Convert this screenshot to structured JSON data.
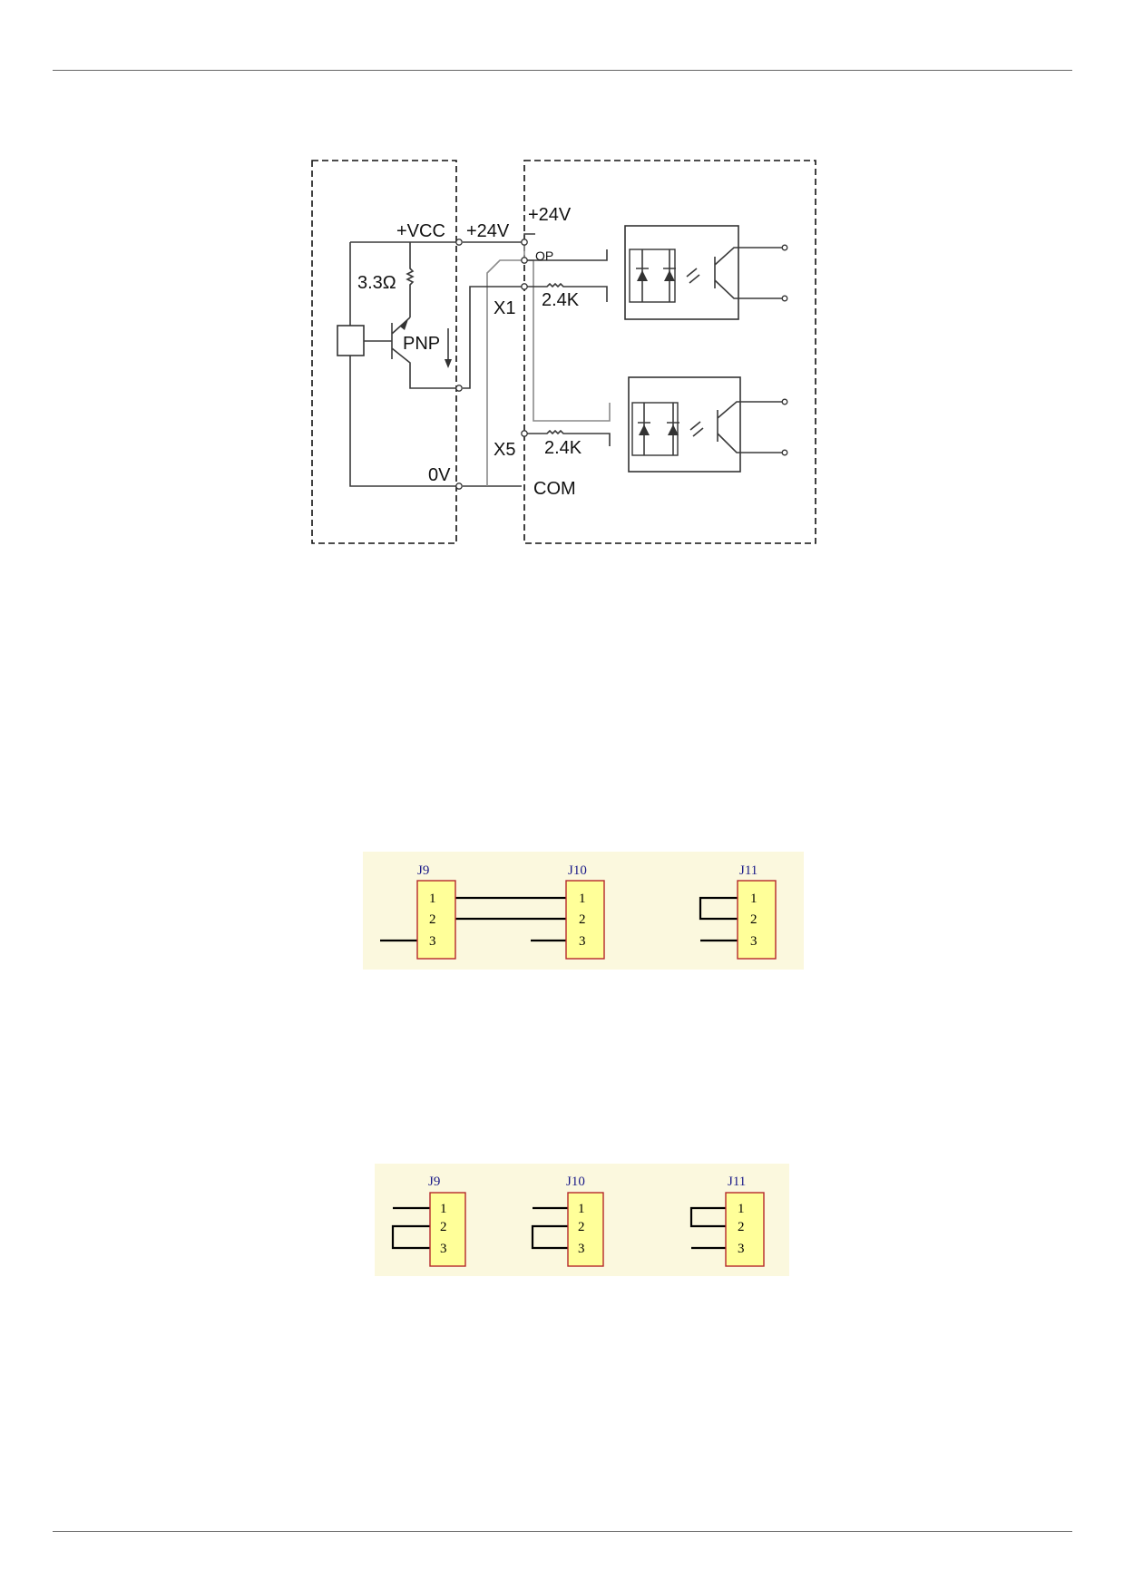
{
  "circuit": {
    "labels": {
      "vcc": "+VCC",
      "plus24_left": "+24V",
      "plus24_right": "+24V",
      "op": "OP",
      "resistor_sensor": "3.3Ω",
      "transistor": "PNP",
      "x1": "X1",
      "x5": "X5",
      "res_x1": "2.4K",
      "res_x5": "2.4K",
      "zero_v": "0V",
      "com": "COM"
    }
  },
  "jumpers_a": {
    "j9": "J9",
    "j10": "J10",
    "j11": "J11",
    "pins": [
      "1",
      "2",
      "3"
    ]
  },
  "jumpers_b": {
    "j9": "J9",
    "j10": "J10",
    "j11": "J11",
    "pins": [
      "1",
      "2",
      "3"
    ]
  }
}
